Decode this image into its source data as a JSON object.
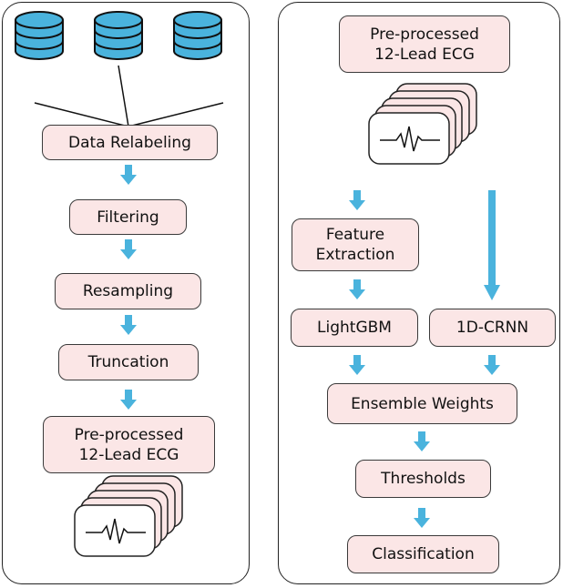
{
  "colors": {
    "box_fill": "#fbe6e6",
    "arrow": "#4ab3dd",
    "database": "#4ab3dd",
    "outline": "#222222"
  },
  "left_panel": {
    "database_icons": [
      "database-icon",
      "database-icon",
      "database-icon"
    ],
    "steps": [
      "Data Relabeling",
      "Filtering",
      "Resampling",
      "Truncation",
      "Pre-processed\n12-Lead ECG"
    ],
    "output_icon": "ecg-stack-icon"
  },
  "right_panel": {
    "input_label": "Pre-processed\n12-Lead ECG",
    "input_icon": "ecg-stack-icon",
    "feature_extraction": "Feature\nExtraction",
    "lightgbm": "LightGBM",
    "crnn": "1D-CRNN",
    "ensemble": "Ensemble Weights",
    "thresholds": "Thresholds",
    "classification": "Classification"
  }
}
